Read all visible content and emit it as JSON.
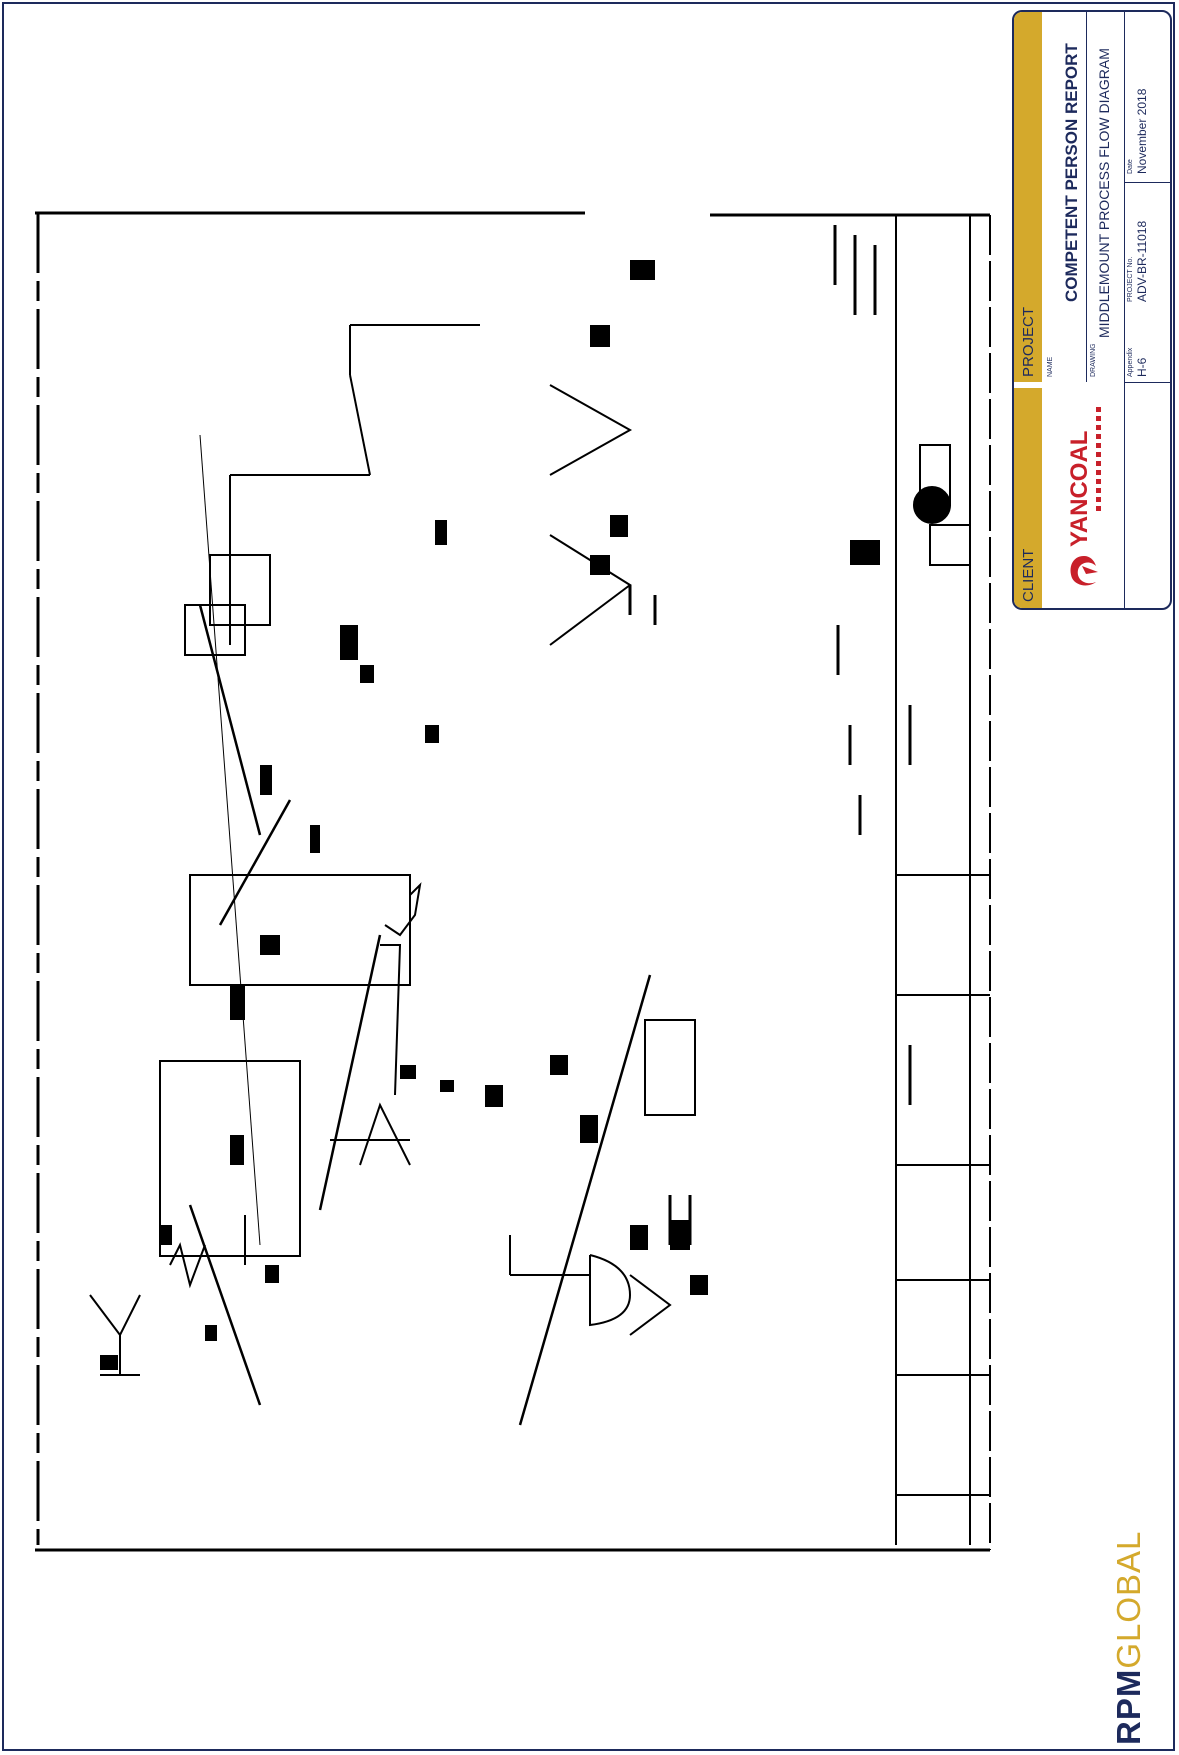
{
  "title_block": {
    "client_label": "CLIENT",
    "client_logo_text": "YANCOAL",
    "project_label": "PROJECT",
    "name_label": "NAME",
    "project_name": "COMPETENT PERSON REPORT",
    "drawing_label": "DRAWING",
    "drawing_name": "MIDDLEMOUNT PROCESS FLOW DIAGRAM",
    "appendix_label": "Appendix",
    "appendix_value": "H-6",
    "project_no_label": "PROJECT No.",
    "project_no_value": "ADV-BR-11018",
    "date_label": "Date",
    "date_value": "November 2018"
  },
  "brand": {
    "bold": "RPM",
    "light": "GLOBAL",
    "bold_color": "#1d2a5c",
    "light_color": "#d4a92c"
  },
  "colors": {
    "accent_gold": "#d4a92c",
    "navy": "#1d2a5c",
    "logo_red": "#c8202a"
  }
}
